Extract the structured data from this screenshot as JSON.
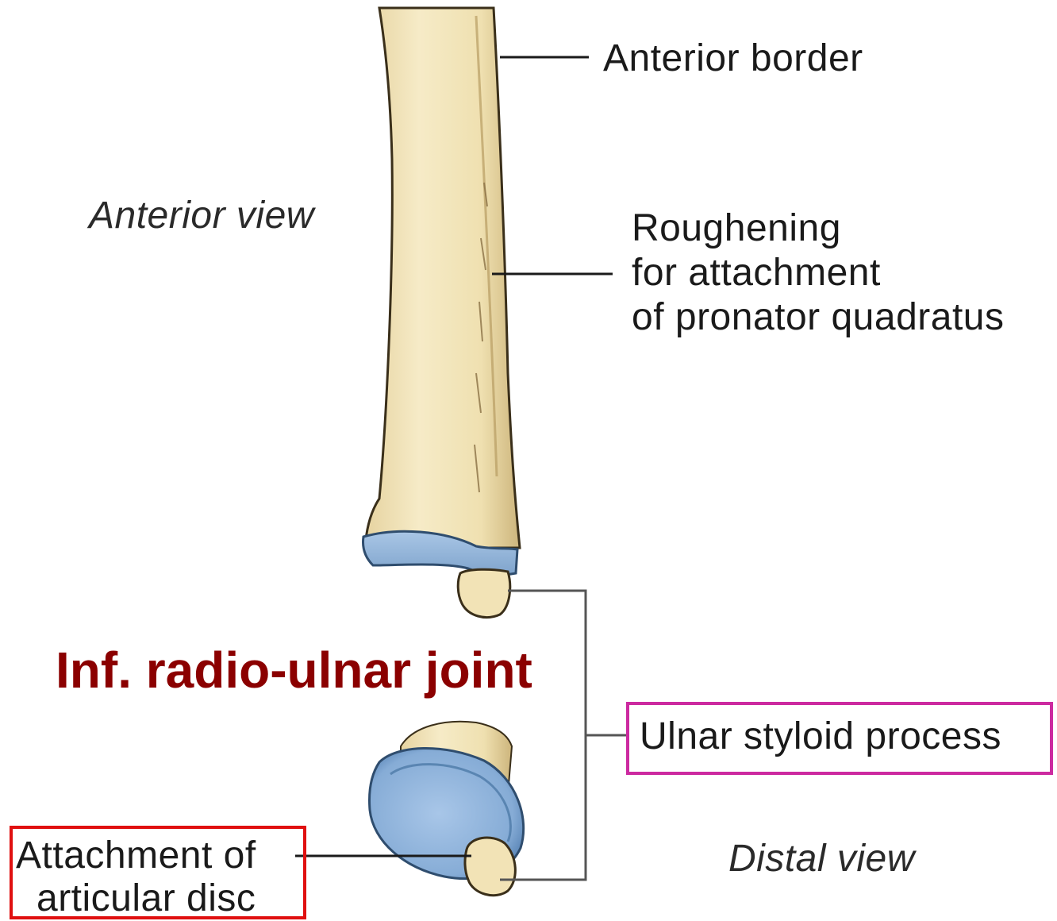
{
  "diagram": {
    "title": "Inf. radio-ulnar joint",
    "views": {
      "anterior": "Anterior view",
      "distal": "Distal view"
    },
    "labels": {
      "anterior_border": "Anterior border",
      "roughening_line1": "Roughening",
      "roughening_line2": "for attachment",
      "roughening_line3": "of pronator quadratus",
      "ulnar_styloid": "Ulnar styloid process",
      "attachment_line1": "Attachment of",
      "attachment_line2": "articular disc"
    },
    "colors": {
      "bone": "#f2e3b6",
      "bone_shade": "#d9c48e",
      "cartilage": "#8fb3d9",
      "cartilage_edge": "#4d7aa8",
      "title": "#8b0000",
      "styloid_box": "#cc2aa0",
      "attachment_box": "#e01010"
    }
  }
}
